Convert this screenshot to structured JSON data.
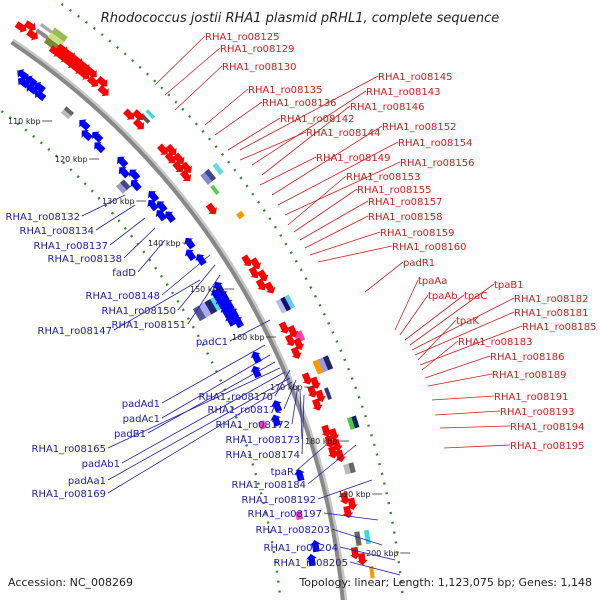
{
  "title": "Rhodococcus jostii RHA1 plasmid pRHL1, complete sequence",
  "footer": {
    "accession": "Accession: NC_008269",
    "topology": "Topology: linear; Length: 1,123,075 bp; Genes: 1,148"
  },
  "ticks": [
    "110 kbp",
    "120 kbp",
    "130 kbp",
    "140 kbp",
    "150 kbp",
    "160 kbp",
    "170 kbp",
    "180 kbp",
    "190 kbp",
    "200 kbp"
  ],
  "labels_red": [
    "RHA1_ro08125",
    "RHA1_ro08129",
    "RHA1_ro08130",
    "RHA1_ro08135",
    "RHA1_ro08136",
    "RHA1_ro08142",
    "RHA1_ro08144",
    "RHA1_ro08149",
    "RHA1_ro08145",
    "RHA1_ro08143",
    "RHA1_ro08146",
    "RHA1_ro08152",
    "RHA1_ro08154",
    "RHA1_ro08156",
    "RHA1_ro08153",
    "RHA1_ro08155",
    "RHA1_ro08157",
    "RHA1_ro08158",
    "RHA1_ro08159",
    "RHA1_ro08160",
    "padR1",
    "tpaAa",
    "tpaAb",
    "tpaC",
    "tpaB1",
    "RHA1_ro08182",
    "RHA1_ro08181",
    "tpaK",
    "RHA1_ro08185",
    "RHA1_ro08183",
    "RHA1_ro08186",
    "RHA1_ro08189",
    "RHA1_ro08191",
    "RHA1_ro08193",
    "RHA1_ro08194",
    "RHA1_ro08195"
  ],
  "labels_blue": [
    "RHA1_ro08132",
    "RHA1_ro08134",
    "RHA1_ro08137",
    "RHA1_ro08138",
    "fadD",
    "RHA1_ro08148",
    "RHA1_ro08150",
    "RHA1_ro08147",
    "RHA1_ro08151",
    "padC1",
    "padAd1",
    "padAc1",
    "padB1",
    "RHA1_ro08165",
    "padAb1",
    "padAa1",
    "RHA1_ro08169",
    "RHA1_ro08170",
    "RHA1_ro08171",
    "RHA1_ro08172",
    "RHA1_ro08173",
    "RHA1_ro08174",
    "tpaR",
    "RHA1_ro08184",
    "RHA1_ro08192",
    "RHA1_ro08197",
    "RHA1_ro08203",
    "RHA1_ro08204",
    "RHA1_ro08205"
  ],
  "colors": {
    "forward_gene": "#ff0000",
    "reverse_gene": "#0000ff",
    "backbone": "#888888",
    "ring_dots": "#2e8b2e",
    "red_label": "#d81b1b",
    "blue_label": "#1c1cb0"
  }
}
